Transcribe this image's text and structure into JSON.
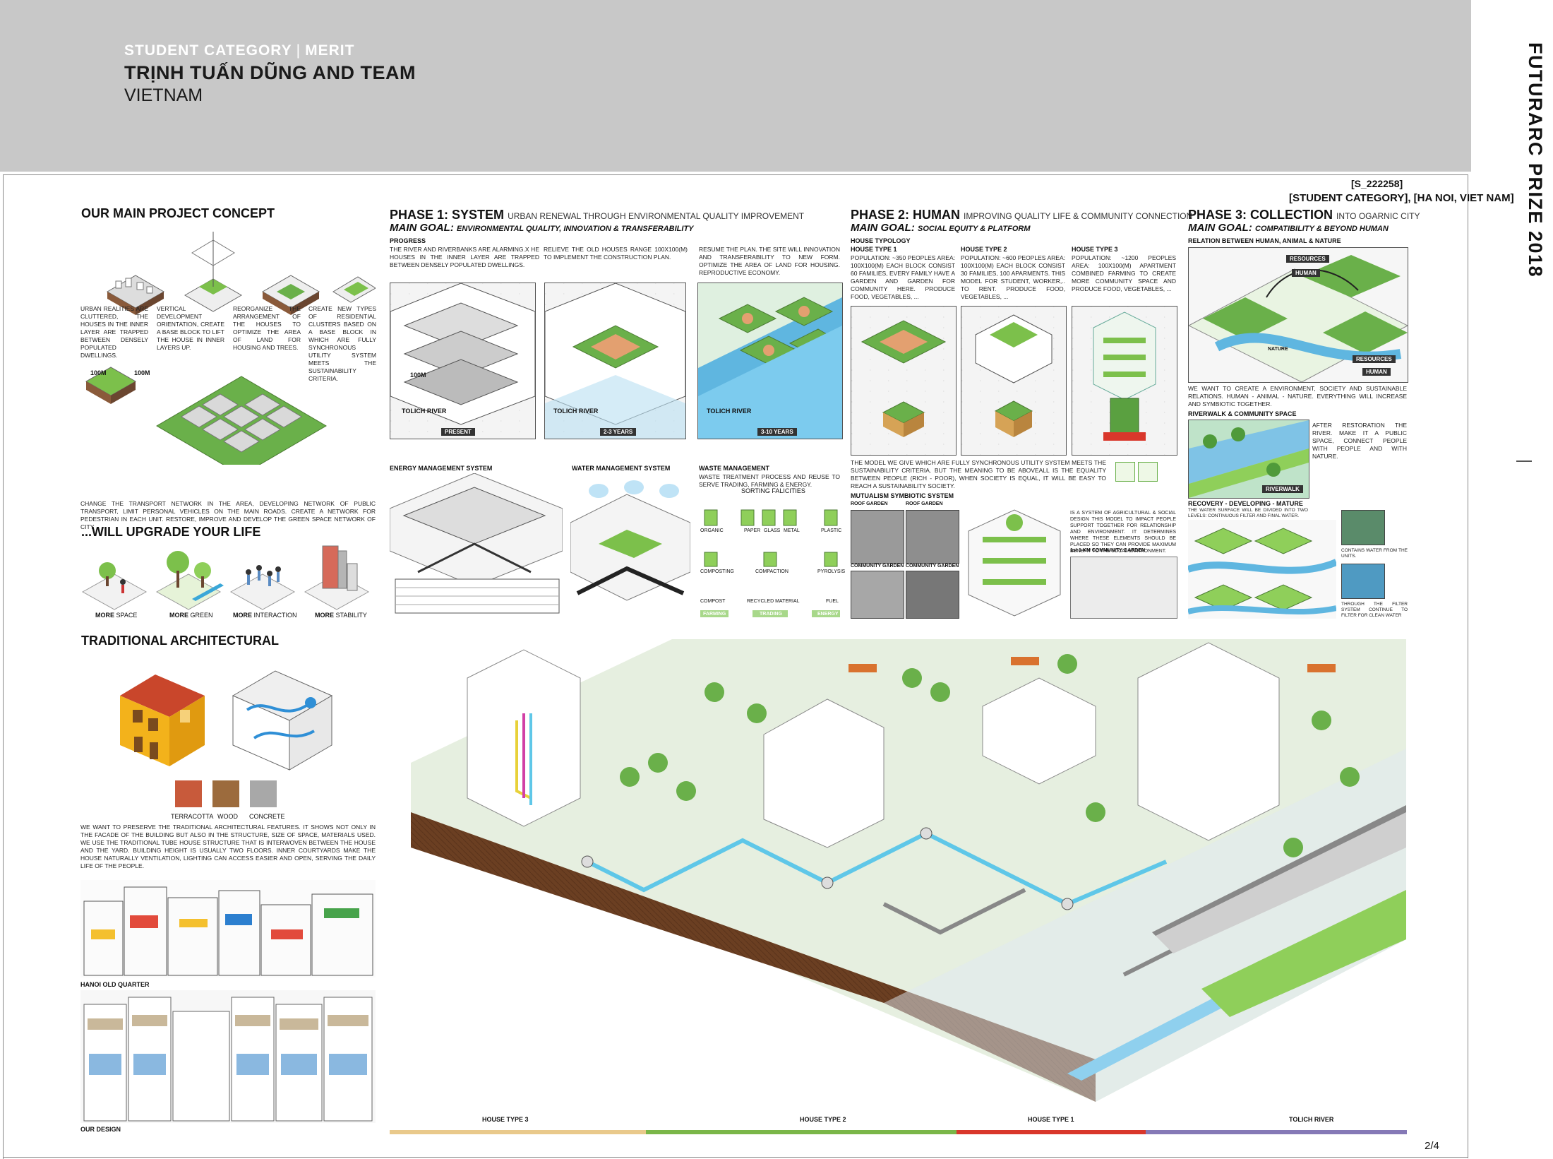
{
  "header": {
    "category": "STUDENT CATEGORY",
    "award": "MERIT",
    "team": "TRỊNH TUẤN DŨNG AND TEAM",
    "country": "VIETNAM"
  },
  "side_title": "FUTURARC PRIZE 2018",
  "submission_code": "[S_222258]",
  "location_line": "[STUDENT CATEGORY], [HA NOI, VIET NAM]",
  "concept": {
    "title": "OUR MAIN PROJECT CONCEPT",
    "steps": [
      "URBAN REALITIES ARE CLUTTERED, THE HOUSES IN THE INNER LAYER ARE TRAPPED BETWEEN DENSELY POPULATED DWELLINGS.",
      "VERTICAL DEVELOPMENT ORIENTATION, CREATE A BASE BLOCK TO LIFT THE HOUSE IN INNER LAYERS UP.",
      "REORGANIZE THE ARRANGEMENT OF THE HOUSES TO OPTIMIZE THE AREA OF LAND FOR HOUSING AND TREES.",
      "CREATE NEW TYPES OF RESIDENTIAL CLUSTERS BASED ON A BASE BLOCK IN WHICH ARE FULLY SYNCHRONOUS UTILITY SYSTEM MEETS THE SUSTAINABILITY CRITERIA."
    ],
    "dim1": "100M",
    "dim2": "100M",
    "transport": "CHANGE THE TRANSPORT NETWORK IN THE AREA, DEVELOPING NETWORK OF PUBLIC TRANSPORT, LIMIT PERSONAL VEHICLES ON THE MAIN ROADS. CREATE A NETWORK FOR PEDESTRIAN IN EACH UNIT. RESTORE, IMPROVE AND DEVELOP THE GREEN SPACE NETWORK OF CITY",
    "upgrade_title": "...WILL UPGRADE YOUR LIFE",
    "more": [
      {
        "b": "MORE",
        "t": "SPACE"
      },
      {
        "b": "MORE",
        "t": "GREEN"
      },
      {
        "b": "MORE",
        "t": "INTERACTION"
      },
      {
        "b": "MORE",
        "t": "STABILITY"
      }
    ]
  },
  "traditional": {
    "title": "TRADITIONAL ARCHITECTURAL",
    "materials": [
      "TERRACOTTA",
      "WOOD",
      "CONCRETE"
    ],
    "text": "WE WANT TO PRESERVE THE TRADITIONAL ARCHITECTURAL FEATURES. IT SHOWS NOT ONLY IN THE FACADE OF THE BUILDING BUT ALSO IN THE STRUCTURE, SIZE OF SPACE, MATERIALS USED. WE USE THE TRADITIONAL TUBE HOUSE STRUCTURE THAT IS INTERWOVEN BETWEEN THE HOUSE AND THE YARD. BUILDING HEIGHT IS USUALLY TWO FLOORS. INNER COURTYARDS MAKE THE HOUSE NATURALLY VENTILATION, LIGHTING CAN ACCESS EASIER AND OPEN, SERVING THE DAILY LIFE OF THE PEOPLE.",
    "old_quarter": "HANOI OLD QUARTER",
    "our_design": "OUR DESIGN"
  },
  "phase1": {
    "title": "PHASE 1: SYSTEM",
    "subtitle": "URBAN RENEWAL THROUGH ENVIRONMENTAL QUALITY IMPROVEMENT",
    "goal": "MAIN GOAL:",
    "goal_sub": "ENVIRONMENTAL QUALITY, INNOVATION & TRANSFERABILITY",
    "progress": "PROGRESS",
    "p1": "THE RIVER AND RIVERBANKS ARE ALARMING.X HE HOUSES IN THE INNER LAYER ARE TRAPPED BETWEEN DENSELY POPULATED DWELLINGS.",
    "p2": "RELIEVE THE OLD HOUSES RANGE 100X100(M) TO IMPLEMENT THE CONSTRUCTION PLAN.",
    "p3": "RESUME THE PLAN. THE SITE WILL INNOVATION AND TRANSFERABILITY TO NEW FORM. OPTIMIZE THE AREA OF LAND FOR HOUSING. REPRODUCTIVE ECONOMY.",
    "river": "TOLICH RIVER",
    "dim": "100M",
    "stages": [
      "PRESENT",
      "2-3 YEARS",
      "3-10 YEARS"
    ],
    "energy": "ENERGY MANAGEMENT SYSTEM",
    "water": "WATER MANAGEMENT SYSTEM",
    "waste": "WASTE MANAGEMENT",
    "waste_text": "WASTE TREATMENT PROCESS AND REUSE TO SERVE TRADING, FARMING & ENERGY.",
    "sorting": "SORTING FALICITIES",
    "sort_items": [
      "ORGANIC",
      "PAPER",
      "GLASS",
      "METAL",
      "PLASTIC"
    ],
    "process": [
      "COMPOSTING",
      "COMPACTION",
      "PYROLYSIS"
    ],
    "output": [
      "COMPOST",
      "RECYCLED MATERIAL",
      "FUEL"
    ],
    "use": [
      "FARMING",
      "TRADING",
      "ENERGY"
    ]
  },
  "phase2": {
    "title": "PHASE 2: HUMAN",
    "subtitle": "IMPROVING QUALITY LIFE & COMMUNITY CONNECTION",
    "goal": "MAIN GOAL:",
    "goal_sub": "SOCIAL EQUITY & PLATFORM",
    "typology": "HOUSE TYPOLOGY",
    "types": [
      {
        "name": "HOUSE TYPE 1",
        "text": "POPULATION: ~350 PEOPLES AREA: 100X100(M) EACH BLOCK CONSIST 60 FAMILIES, EVERY FAMILY HAVE A GARDEN AND GARDEN FOR COMMUNITY HERE. PRODUCE FOOD, VEGETABLES, ..."
      },
      {
        "name": "HOUSE TYPE 2",
        "text": "POPULATION: ~600 PEOPLES AREA: 100X100(M) EACH BLOCK CONSIST 30 FAMILIES, 100 APARMENTS. THIS MODEL FOR STUDENT, WORKER,.. TO RENT. PRODUCE FOOD, VEGETABLES, ..."
      },
      {
        "name": "HOUSE TYPE 3",
        "text": "POPULATION: ~1200 PEOPLES AREA: 100X100(M) APARTMENT COMBINED FARMING TO CREATE MORE COMMUNITY SPACE AND PRODUCE FOOD, VEGETABLES, ..."
      }
    ],
    "model_text": "THE MODEL WE GIVE WHICH ARE FULLY SYNCHRONOUS UTILITY SYSTEM MEETS THE SUSTAINABILITY CRITERIA. BUT THE MEANING TO BE ABOVEALL IS THE EQUALITY BETWEEN PEOPLE (RICH - POOR), WHEN SOCIETY IS EQUAL, IT WILL BE EASY TO REACH A SUSTAINABILITY SOCIETY.",
    "mutualism": "MUTUALISM SYMBIOTIC SYSTEM",
    "gardens": [
      "ROOF GARDEN",
      "ROOF GARDEN",
      "COMMUNITY GARDEN",
      "COMMUNITY GARDEN"
    ],
    "mutualism_text": "IS A SYSTEM OF AGRICULTURAL & SOCIAL DESIGN THIS MODEL TO IMPACT PEOPLE SUPPORT TOGETHER FOR RELATIONSHIP AND ENVIRONMENT. IT DETERMINES WHERE THESE ELEMENTS SHOULD BE PLACED SO THEY CAN PROVIDE MAXIMUM BENEFIT TO THE LOCAL ENVIRONMENT.",
    "community": "1st 1 KM COMMUNITY GARDEN"
  },
  "phase3": {
    "title": "PHASE 3: COLLECTION",
    "subtitle": "INTO OGARNIC CITY",
    "goal": "MAIN GOAL:",
    "goal_sub": "COMPATIBILITY & BEYOND HUMAN",
    "relation": "RELATION BETWEEN HUMAN, ANIMAL & NATURE",
    "labels": [
      "RESOURCES",
      "HUMAN",
      "NATURE",
      "RESOURCES",
      "HUMAN"
    ],
    "relation_text": "WE WANT TO CREATE A ENVIRONMENT, SOCIETY AND SUSTAINABLE RELATIONS. HUMAN - ANIMAL - NATURE. EVERYTHING WILL INCREASE AND SYMBIOTIC TOGETHER.",
    "riverwalk_title": "RIVERWALK & COMMUNITY SPACE",
    "riverwalk_text": "AFTER RESTORATION THE RIVER. MAKE IT A PUBLIC SPACE, CONNECT PEOPLE WITH PEOPLE AND WITH NATURE.",
    "riverwalk": "RIVERWALK",
    "recovery": "RECOVERY - DEVELOPING - MATURE",
    "recovery_sub": "THE WATER SURFACE WILL BE DIVIDED INTO TWO LEVELS: CONTINUOUS FILTER AND FINAL WATER.",
    "contains": "CONTAINS WATER FROM THE UNITS.",
    "filter": "THROUGH THE FILTER SYSTEM CONTINUE TO FILTER FOR CLEAN WATER"
  },
  "section_legend": [
    {
      "label": "HOUSE TYPE 3",
      "color": "#e9c98b"
    },
    {
      "label": "HOUSE TYPE 2",
      "color": "#7ab648"
    },
    {
      "label": "HOUSE TYPE 1",
      "color": "#d9372b"
    },
    {
      "label": "TOLICH RIVER",
      "color": "#8579b6"
    }
  ],
  "page": "2/4"
}
